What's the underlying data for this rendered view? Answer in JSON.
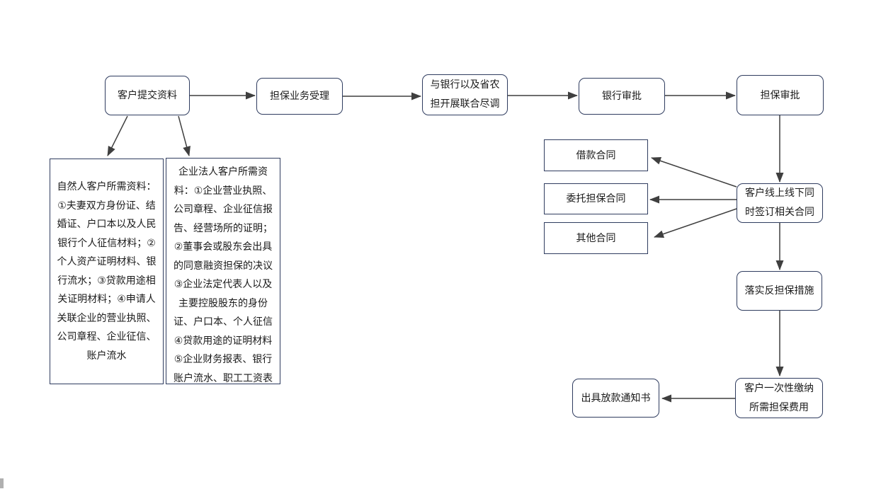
{
  "diagram": {
    "type": "flowchart",
    "nodes": {
      "customer_submit": "客户提交资料",
      "business_accept": "担保业务受理",
      "joint_due_diligence": [
        "与银行以及省农",
        "担开展联合尽调"
      ],
      "bank_approval": "银行审批",
      "guarantee_approval": "担保审批",
      "loan_contract": "借款合同",
      "entrusted_guarantee_contract": "委托担保合同",
      "other_contract": "其他合同",
      "sign_contracts": [
        "客户线上线下同",
        "时签订相关合同"
      ],
      "implement_counter_guarantee": "落实反担保措施",
      "pay_guarantee_fee": [
        "客户一次性缴纳",
        "所需担保费用"
      ],
      "loan_release_notice": "出具放款通知书",
      "natural_person_materials": [
        "自然人客户所需资料：",
        "①夫妻双方身份证、结",
        "婚证、户口本以及人民",
        "银行个人征信材料；②",
        "个人资产证明材料、银",
        "行流水；③贷款用途相",
        "关证明材料；④申请人",
        "关联企业的营业执照、",
        "公司章程、企业征信、",
        "账户流水"
      ],
      "enterprise_materials": [
        "企业法人客户所需资",
        "料：①企业营业执照、",
        "公司章程、企业征信报",
        "告、经营场所的证明；",
        "②董事会或股东会出具",
        "的同意融资担保的决议",
        "③企业法定代表人以及",
        "主要控股股东的身份",
        "证、户口本、个人征信",
        "④贷款用途的证明材料",
        "⑤企业财务报表、银行",
        "账户流水、职工工资表"
      ]
    },
    "colors": {
      "box_border": "#2f3c5f",
      "arrow": "#3f3f3f",
      "text": "#1a1a1a",
      "background": "#ffffff"
    }
  }
}
